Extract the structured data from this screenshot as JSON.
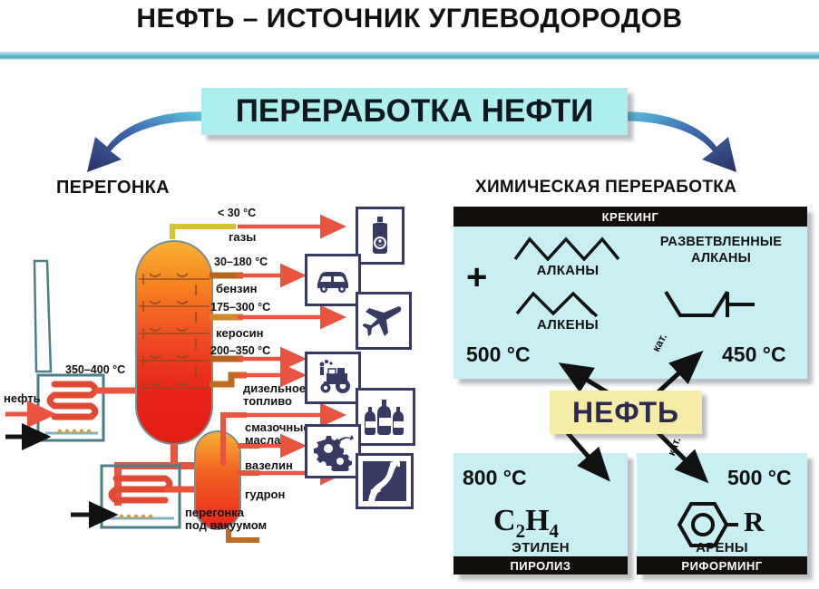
{
  "title": "НЕФТЬ – ИСТОЧНИК УГЛЕВОДОРОДОВ",
  "banner": {
    "label": "ПЕРЕРАБОТКА НЕФТИ"
  },
  "colors": {
    "banner_bg": "#aeeeee",
    "card_bg": "#c8f0f2",
    "card_bar": "#120f0c",
    "oil_chip_bg": "#f5eca7",
    "oil_chip_text": "#2b2a4e",
    "icon_navy": "#373a63",
    "pipe_red": "#e8543f",
    "tower_orange": "#f7941d",
    "tower_red": "#e8231a",
    "rule_blue": "#6bbbd2"
  },
  "distillation": {
    "heading": "ПЕРЕГОНКА",
    "feed_label": "нефть",
    "furnace_temp": "350–400 °C",
    "vacuum_label": "перегонка\nпод вакуумом",
    "vacuum_line1": "перегонка",
    "vacuum_line2": "под вакуумом",
    "fractions": [
      {
        "temp": "< 30 °C",
        "temp_val": "< 30",
        "name": "газы",
        "icon": "gas-cylinder-icon"
      },
      {
        "temp": "30–180 °C",
        "temp_val": "30–180",
        "name": "бензин",
        "icon": "car-icon"
      },
      {
        "temp": "175–300 °C",
        "temp_val": "175–300",
        "name": "керосин",
        "icon": "airplane-icon"
      },
      {
        "temp": "200–350 °C",
        "temp_val": "200–350",
        "name": "дизельное топливо",
        "icon": "tractor-icon"
      },
      {
        "temp": "",
        "temp_val": "",
        "name": "смазочные масла",
        "icon": "bottles-icon"
      },
      {
        "temp": "",
        "temp_val": "",
        "name": "вазелин",
        "icon": "gears-oiler-icon"
      },
      {
        "temp": "",
        "temp_val": "",
        "name": "гудрон",
        "icon": "road-icon"
      }
    ],
    "fraction_labels": {
      "diesel_line1": "дизельное",
      "diesel_line2": "топливо",
      "lube_line1": "смазочные",
      "lube_line2": "масла",
      "vaseline": "вазелин",
      "tar": "гудрон"
    }
  },
  "chemical": {
    "heading": "ХИМИЧЕСКАЯ ПЕРЕРАБОТКА",
    "source_label": "НЕФТЬ",
    "cracking": {
      "bar_label": "КРЕКИНГ",
      "plus": "+",
      "left_temp": "500 °C",
      "left_temp_val": "500",
      "right_temp": "450 °C",
      "right_temp_val": "450",
      "catalyst": "кат.",
      "products": [
        {
          "name": "АЛКАНЫ",
          "structure": "zigzag-alkane-icon"
        },
        {
          "name": "АЛКЕНЫ",
          "structure": "zigzag-alkene-icon"
        }
      ],
      "branched_line1": "РАЗВЕТВЛЕННЫЕ",
      "branched_line2": "АЛКАНЫ",
      "branched_structure": "branched-alkane-icon"
    },
    "pyrolysis": {
      "bar_label": "ПИРОЛИЗ",
      "temp": "800 °C",
      "temp_val": "800",
      "formula_c": "C",
      "formula_sub1": "2",
      "formula_h": "H",
      "formula_sub2": "4",
      "product_name": "ЭТИЛЕН"
    },
    "reforming": {
      "bar_label": "РИФОРМИНГ",
      "temp": "500 °C",
      "temp_val": "500",
      "catalyst": "кат.",
      "formula_R": "R",
      "product_name": "АРЕНЫ",
      "structure": "benzene-ring-icon"
    }
  },
  "units": {
    "degree": "°",
    "celsius": "C"
  }
}
